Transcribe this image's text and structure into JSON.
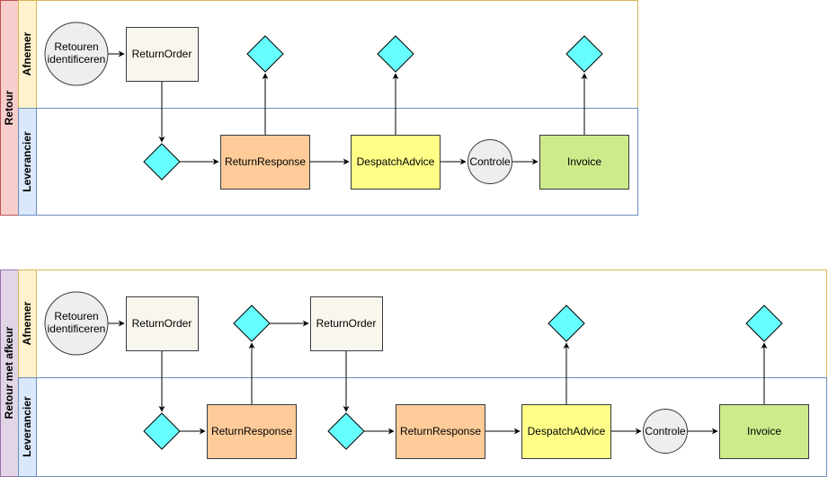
{
  "colors": {
    "pool1_header": "#f8cecc",
    "pool1_header_border": "#b85450",
    "pool2_header": "#e1d5e7",
    "pool2_header_border": "#9673a6",
    "lane_afnemer": "#fff2cc",
    "lane_afnemer_border": "#d6b656",
    "lane_leverancier": "#dae8fc",
    "lane_leverancier_border": "#6c8ebf",
    "start_event": "#eeeeee",
    "task_neutral": "#f9f7ed",
    "task_response": "#ffcc99",
    "task_despatch": "#ffff88",
    "task_invoice": "#cdeb8b",
    "gateway": "#66ffff"
  },
  "pools": [
    {
      "title": "Retour",
      "lanes": [
        "Afnemer",
        "Leverancier"
      ],
      "nodes": {
        "start": "Retouren identificeren",
        "return_order": "ReturnOrder",
        "return_response": "ReturnResponse",
        "despatch_advice": "DespatchAdvice",
        "controle": "Controle",
        "invoice": "Invoice"
      }
    },
    {
      "title": "Retour met afkeur",
      "lanes": [
        "Afnemer",
        "Leverancier"
      ],
      "nodes": {
        "start": "Retouren identificeren",
        "return_order_1": "ReturnOrder",
        "return_response_1": "ReturnResponse",
        "return_order_2": "ReturnOrder",
        "return_response_2": "ReturnResponse",
        "despatch_advice": "DespatchAdvice",
        "controle": "Controle",
        "invoice": "Invoice"
      }
    }
  ]
}
